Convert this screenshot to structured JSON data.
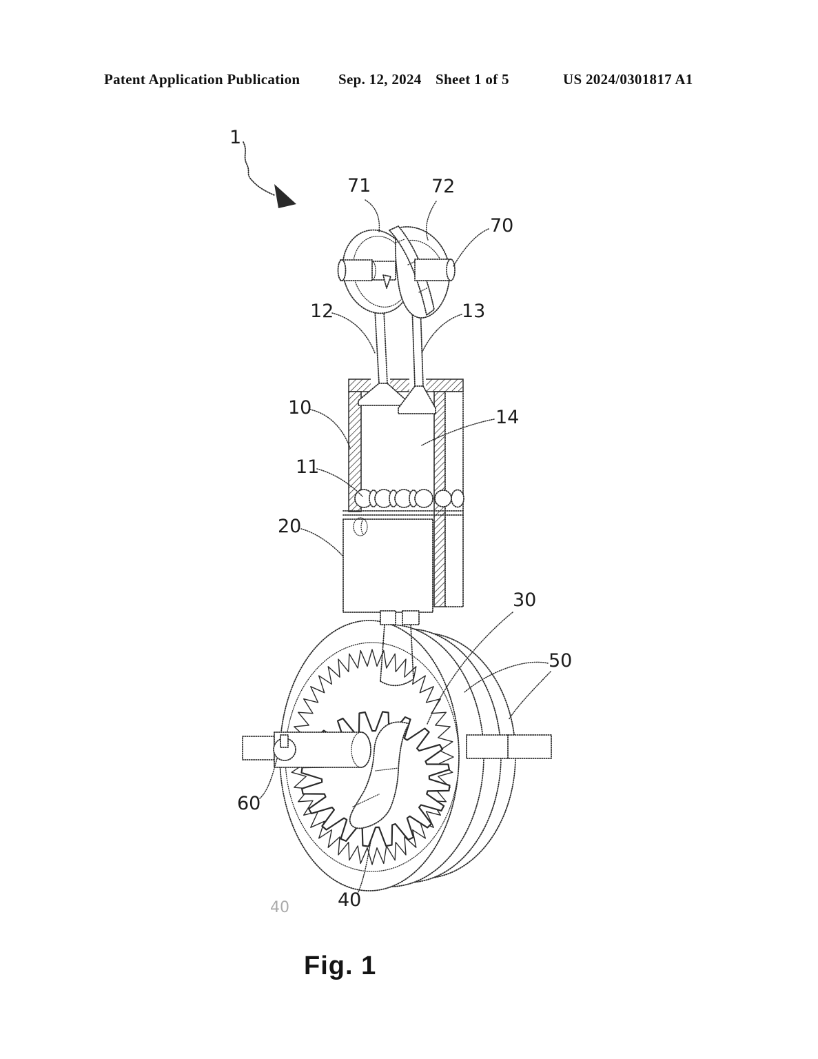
{
  "header": {
    "publication": "Patent Application Publication",
    "date": "Sep. 12, 2024",
    "sheet": "Sheet 1 of 5",
    "patent_number": "US 2024/0301817 A1"
  },
  "figure": {
    "caption": "Fig. 1",
    "ref_labels": {
      "n1": "1",
      "n10": "10",
      "n11": "11",
      "n12": "12",
      "n13": "13",
      "n14": "14",
      "n20": "20",
      "n30": "30",
      "n40": "40",
      "n40_faded": "40",
      "n50": "50",
      "n60": "60",
      "n70": "70",
      "n71": "71",
      "n72": "72"
    }
  }
}
